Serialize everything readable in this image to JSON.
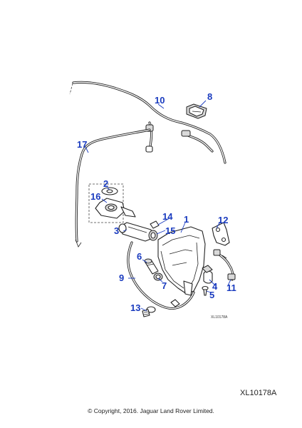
{
  "diagram": {
    "callouts": [
      "1",
      "2",
      "3",
      "4",
      "5",
      "6",
      "7",
      "8",
      "9",
      "10",
      "11",
      "12",
      "13",
      "14",
      "15",
      "16",
      "17"
    ],
    "small_ref": "XL10178A"
  },
  "footer": {
    "reference_code": "XL10178A",
    "copyright": "© Copyright, 2016. Jaguar Land Rover Limited."
  },
  "colors": {
    "callout": "#1a3bbf",
    "line": "#222222",
    "background": "#ffffff"
  }
}
